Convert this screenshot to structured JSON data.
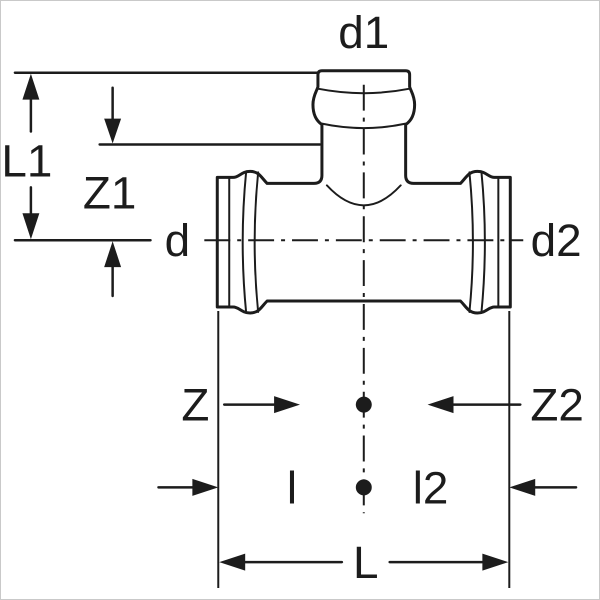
{
  "drawing": {
    "line_color": "#1c1c1c",
    "background": "#ffffff",
    "type": "press-fit-tee-dimension-drawing"
  },
  "labels": {
    "d1": "d1",
    "L1": "L1",
    "Z1": "Z1",
    "d": "d",
    "d2": "d2",
    "Z": "Z",
    "Z2": "Z2",
    "l": "l",
    "l2": "l2",
    "L": "L"
  }
}
